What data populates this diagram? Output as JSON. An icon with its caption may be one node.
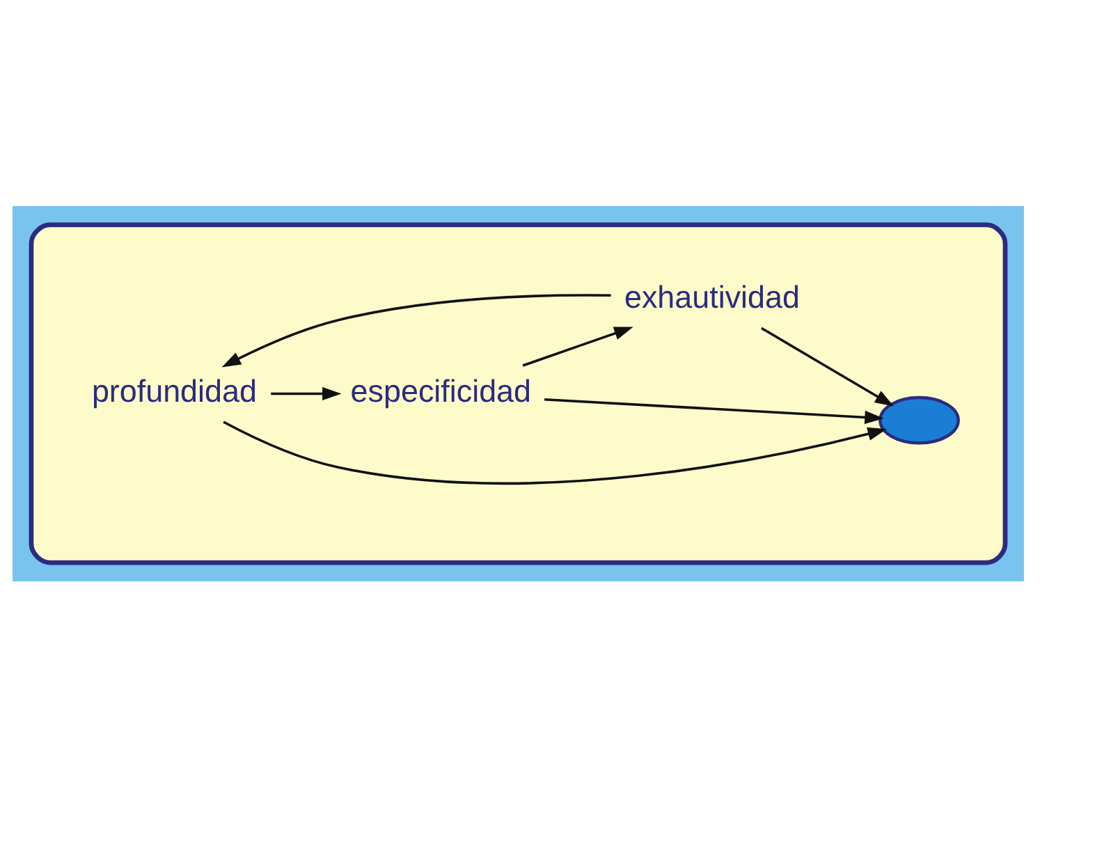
{
  "diagram": {
    "nodes": [
      {
        "text": [],
        "shape": "ellipse"
      },
      {
        "text": [
          "profundidad"
        ],
        "in": 0
      },
      {
        "text": [
          "exhautividad"
        ],
        "in": 0
      },
      {
        "text": [],
        "shape": "ellipse",
        "in": 0
      },
      {
        "text": [
          "especificidad"
        ],
        "in": 0
      }
    ],
    "edges": [
      {
        "from": 2,
        "to": 1,
        "arrow": "to"
      },
      {
        "from": 2,
        "to": 3,
        "arrow": "to"
      },
      {
        "from": 1,
        "to": 3,
        "arrow": "to"
      },
      {
        "from": 4,
        "to": 3,
        "arrow": "to"
      },
      {
        "from": 1,
        "to": 4,
        "arrow": "to"
      },
      {
        "from": 4,
        "to": 2,
        "arrow": "to"
      }
    ]
  }
}
